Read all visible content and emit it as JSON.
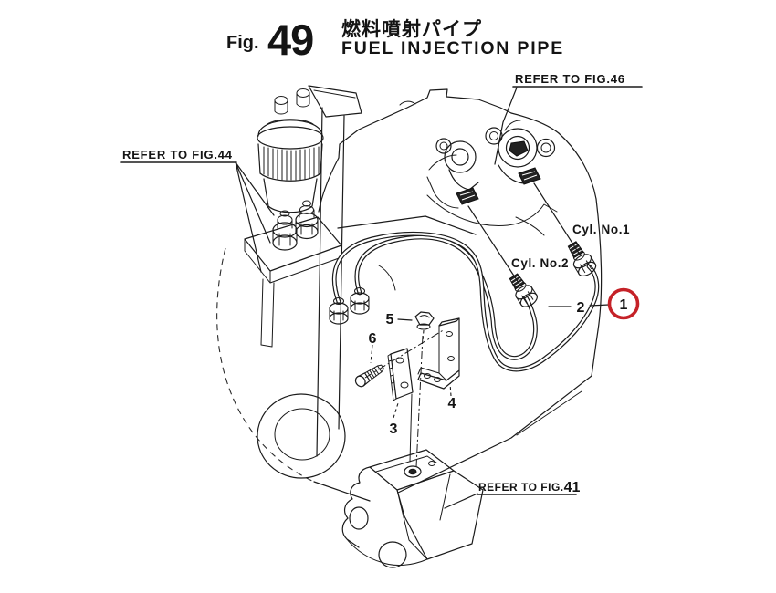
{
  "figure_header": {
    "fig_label": "Fig.",
    "fig_number": "49",
    "title_jp": "燃料噴射パイプ",
    "title_en": "FUEL INJECTION PIPE"
  },
  "references": {
    "fig44": "REFER TO FIG.44",
    "fig46": "REFER TO FIG.46",
    "fig41_prefix": "REFER TO FIG.",
    "fig41_number": "41"
  },
  "cylinder_labels": {
    "no1": "Cyl. No.1",
    "no2": "Cyl. No.2"
  },
  "callouts": {
    "c1": "1",
    "c2": "2",
    "c3": "3",
    "c4": "4",
    "c5": "5",
    "c6": "6"
  },
  "highlight": {
    "circled_callout": "1",
    "color": "#c52228"
  }
}
